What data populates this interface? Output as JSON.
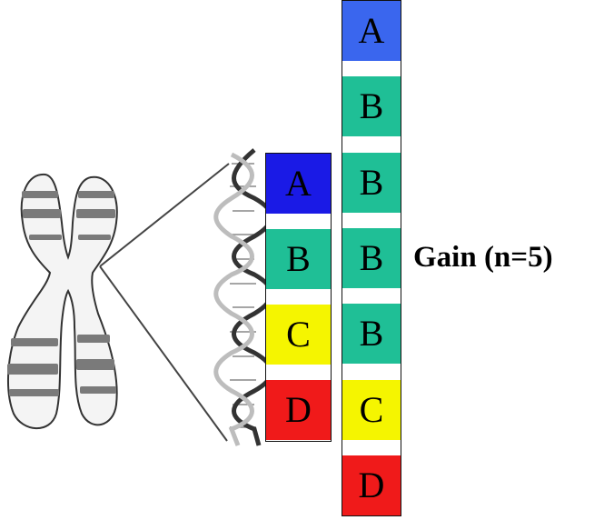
{
  "original_segments": [
    {
      "label": "A",
      "color": "#1a1ae6"
    },
    {
      "label": "B",
      "color": "#1fbf96"
    },
    {
      "label": "C",
      "color": "#f5f500"
    },
    {
      "label": "D",
      "color": "#f01a1a"
    }
  ],
  "gain_segments": [
    {
      "label": "A",
      "color": "#3a66ee"
    },
    {
      "label": "B",
      "color": "#1fbf96"
    },
    {
      "label": "B",
      "color": "#1fbf96"
    },
    {
      "label": "B",
      "color": "#1fbf96"
    },
    {
      "label": "B",
      "color": "#1fbf96"
    },
    {
      "label": "C",
      "color": "#f5f500"
    },
    {
      "label": "D",
      "color": "#f01a1a"
    }
  ],
  "gain_label": "Gain (n=5)",
  "icons": [
    "chromosome-icon",
    "dna-helix-icon"
  ]
}
